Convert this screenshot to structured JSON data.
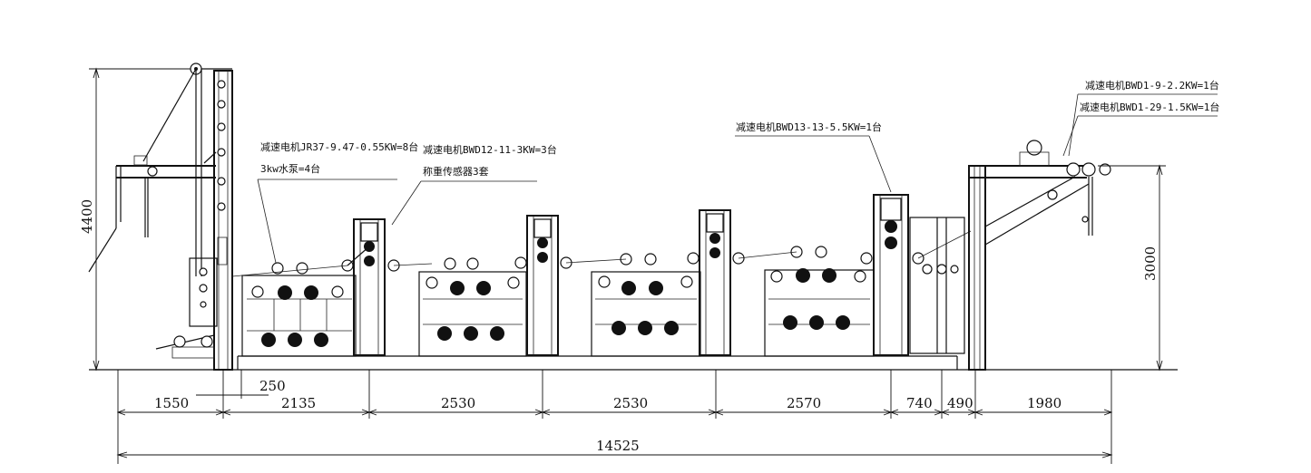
{
  "annotations": {
    "motor_jr": "减速电机JR37-9.47-0.55KW=8台",
    "pump": "3kw水泵=4台",
    "motor_bwd12": "减速电机BWD12-11-3KW=3台",
    "sensor": "称重传感器3套",
    "motor_bwd13": "减速电机BWD13-13-5.5KW=1台",
    "motor_bwd1_9": "减速电机BWD1-9-2.2KW=1台",
    "motor_bwd1_29": "减速电机BWD1-29-1.5KW=1台"
  },
  "dimensions": {
    "height_left": "4400",
    "height_right": "3000",
    "offset": "250",
    "seg_1": "1550",
    "seg_2": "2135",
    "seg_3": "2530",
    "seg_4": "2530",
    "seg_5": "2570",
    "seg_6": "740",
    "seg_7": "490",
    "seg_8": "1980",
    "total": "14525"
  }
}
